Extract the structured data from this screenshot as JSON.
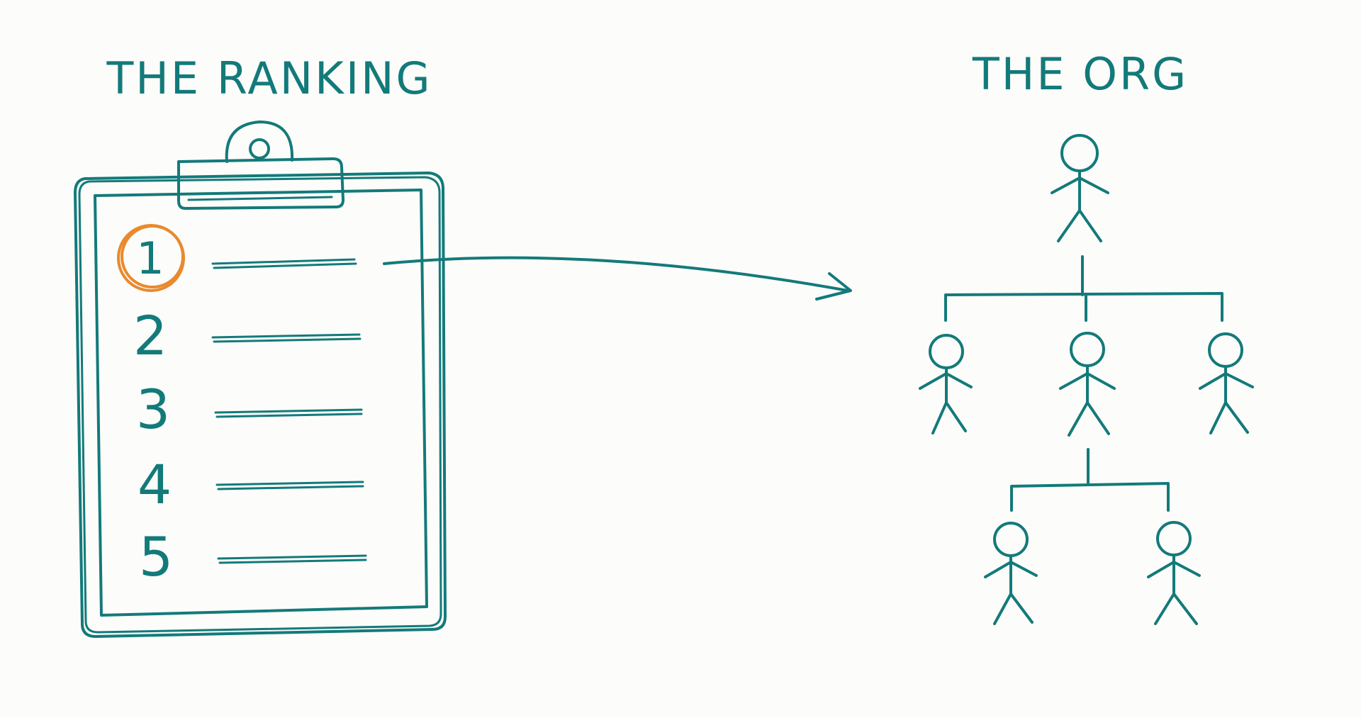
{
  "ranking": {
    "title": "THE RANKING",
    "items": [
      {
        "number": "1",
        "highlighted": true
      },
      {
        "number": "2",
        "highlighted": false
      },
      {
        "number": "3",
        "highlighted": false
      },
      {
        "number": "4",
        "highlighted": false
      },
      {
        "number": "5",
        "highlighted": false
      }
    ]
  },
  "org": {
    "title": "THE ORG",
    "levels": [
      1,
      3,
      2
    ]
  },
  "colors": {
    "ink": "#137a7a",
    "accent": "#e88a2e",
    "background": "#fcfcfa"
  },
  "icons": [
    "clipboard-icon",
    "arrow-icon",
    "person-icon"
  ]
}
